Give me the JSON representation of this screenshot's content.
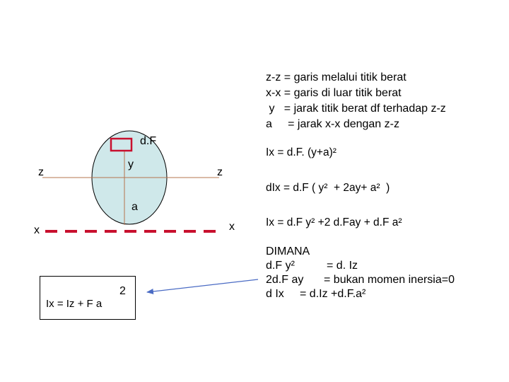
{
  "colors": {
    "ellipse_fill": "#cfe8ea",
    "axis_line": "#b5744f",
    "dash_line": "#c8102e",
    "arrow": "#4a6bc4",
    "element_box": "#c8102e"
  },
  "diagram": {
    "label_dF": "d.F",
    "label_y": "y",
    "label_a": "a",
    "z_left": "z",
    "z_right": "z",
    "x_left": "x",
    "x_right": "x"
  },
  "result_box": {
    "formula": "Ix = Iz + F a",
    "exponent": "2"
  },
  "legend": [
    "z-z = garis melalui titik berat",
    "x-x = garis di luar titik berat",
    " y   = jarak titik berat df terhadap z-z",
    "a     = jarak x-x dengan z-z"
  ],
  "equations": {
    "eq1": "Ix = d.F. (y+a)²",
    "eq2": "dIx = d.F ( y²  + 2ay+ a²  )",
    "eq3": "Ix = d.F y² +2 d.Fay + d.F a²"
  },
  "dimana": {
    "title": "DIMANA",
    "rows": [
      {
        "term": "d.F y²",
        "value": "= d. Iz"
      },
      {
        "term": "2d.F ay",
        "value": "= bukan momen inersia=0"
      },
      {
        "term": "d Ix",
        "value": "= d.Iz +d.F.a²"
      }
    ]
  }
}
